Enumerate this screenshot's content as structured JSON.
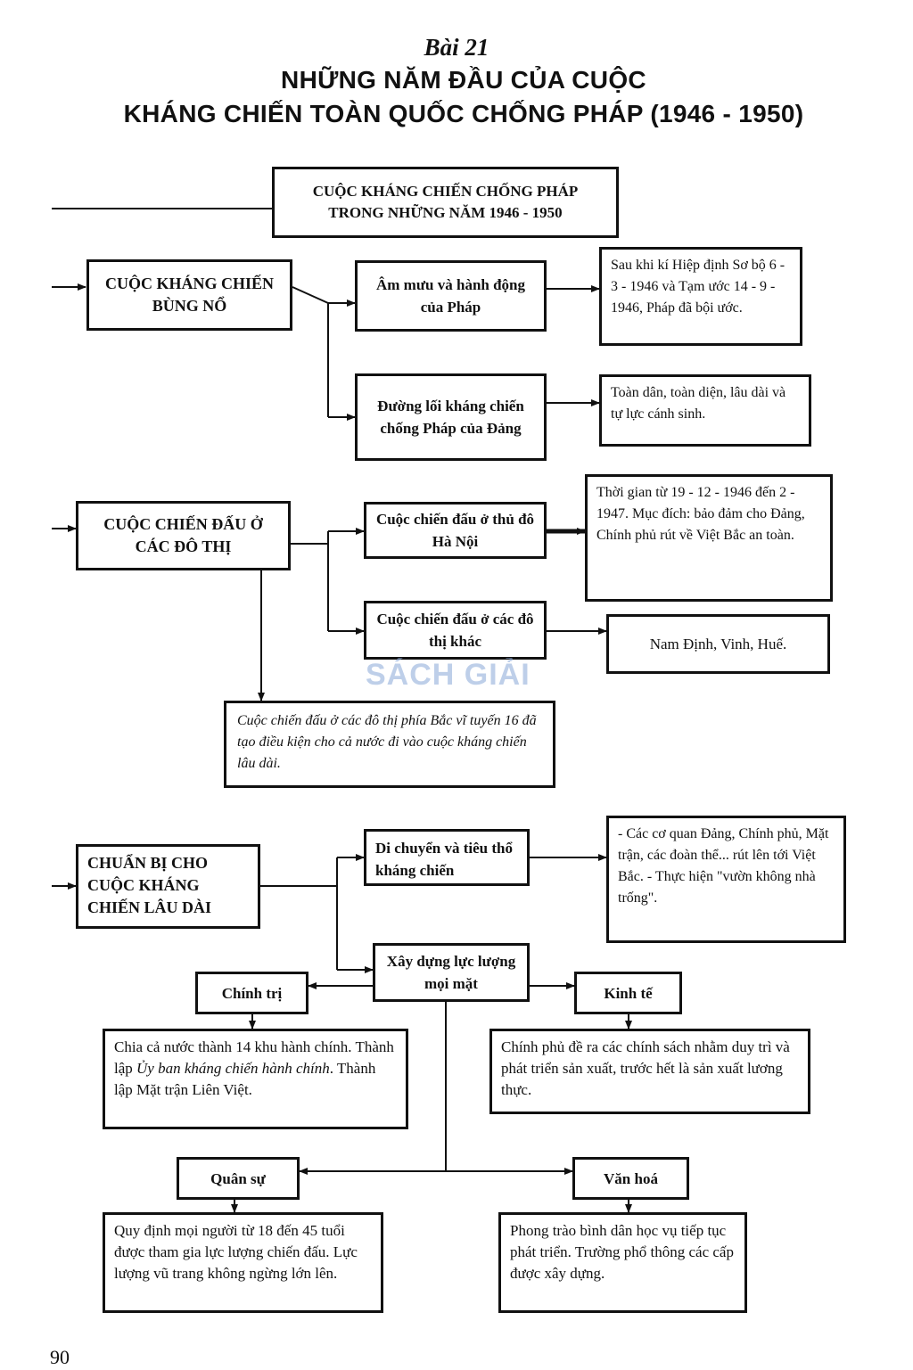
{
  "header": {
    "lesson": "Bài 21",
    "title_line1": "NHỮNG NĂM ĐẦU CỦA CUỘC",
    "title_line2": "KHÁNG CHIẾN TOÀN QUỐC CHỐNG PHÁP (1946 - 1950)"
  },
  "root": {
    "line1": "CUỘC KHÁNG CHIẾN CHỐNG PHÁP",
    "line2": "TRONG NHỮNG NĂM 1946 - 1950"
  },
  "section1": {
    "main": "CUỘC KHÁNG CHIẾN BÙNG NỔ",
    "plot": "Âm mưu và hành động của Pháp",
    "plot_detail": "Sau khi kí Hiệp định Sơ bộ 6 - 3 - 1946 và Tạm ước 14 - 9 - 1946, Pháp đã bội ước.",
    "line": "Đường lối kháng chiến chống Pháp của Đảng",
    "line_detail": "Toàn dân, toàn diện, lâu dài và tự lực cánh sinh."
  },
  "section2": {
    "main": "CUỘC CHIẾN ĐẤU Ở CÁC ĐÔ THỊ",
    "hanoi": "Cuộc chiến đấu ở thủ đô Hà Nội",
    "hanoi_detail": "Thời gian từ 19 - 12 - 1946 đến 2 - 1947. Mục đích: bảo đảm cho Đảng, Chính phủ rút về Việt Bắc an toàn.",
    "other": "Cuộc chiến đấu ở các đô thị khác",
    "other_detail": "Nam Định, Vinh, Huế.",
    "result": "Cuộc chiến đấu ở các đô thị phía Bắc vĩ tuyến 16 đã tạo điều kiện cho cả nước đi vào cuộc kháng chiến lâu dài."
  },
  "section3": {
    "main": "CHUẨN BỊ CHO CUỘC KHÁNG CHIẾN LÂU DÀI",
    "move": "Di chuyển và tiêu thổ kháng chiến",
    "move_detail": "- Các cơ quan Đảng, Chính phủ, Mặt trận, các đoàn thể... rút lên tới Việt Bắc. - Thực hiện \"vườn không nhà trống\".",
    "build": "Xây dựng lực lượng mọi mặt",
    "politics": "Chính trị",
    "politics_detail_pre": "Chia cả nước thành 14 khu hành chính. Thành lập ",
    "politics_detail_em": "Ủy ban kháng chiến hành chính",
    "politics_detail_post": ". Thành lập Mặt trận Liên Việt.",
    "economy": "Kinh tế",
    "economy_detail": "Chính phủ đề ra các chính sách nhằm duy trì và phát triển sản xuất, trước hết là sản xuất lương thực.",
    "military": "Quân sự",
    "military_detail": "Quy định mọi người từ 18 đến 45 tuổi được tham gia lực lượng chiến đấu. Lực lượng vũ trang không ngừng lớn lên.",
    "culture": "Văn hoá",
    "culture_detail": "Phong trào bình dân học vụ tiếp tục phát triển. Trường phổ thông các cấp được xây dựng."
  },
  "watermark": "SÁCH GIẢI",
  "page_number": "90"
}
